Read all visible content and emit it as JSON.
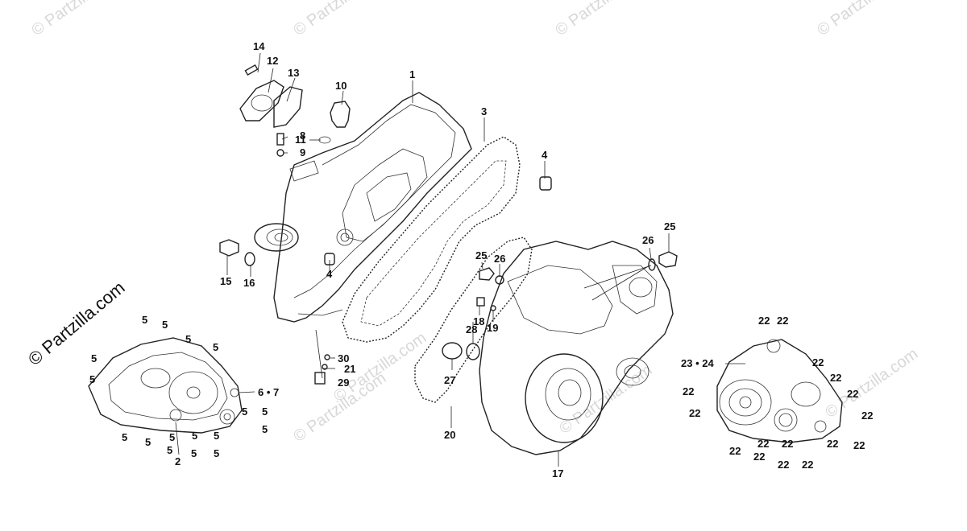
{
  "watermark": "© Partzilla.com",
  "callouts": {
    "c1": "1",
    "c2": "2",
    "c3": "3",
    "c4a": "4",
    "c4b": "4",
    "c8": "8",
    "c9": "9",
    "c10": "10",
    "c11": "11",
    "c12": "12",
    "c13": "13",
    "c14": "14",
    "c15": "15",
    "c16": "16",
    "c17": "17",
    "c18": "18",
    "c19": "19",
    "c20": "20",
    "c21": "21",
    "c25a": "25",
    "c25b": "25",
    "c26a": "26",
    "c26b": "26",
    "c27": "27",
    "c28": "28",
    "c29": "29",
    "c30": "30",
    "c67": "6 • 7",
    "c2324": "23 • 24",
    "five": [
      "5",
      "5",
      "5",
      "5",
      "5",
      "5",
      "5",
      "5",
      "5",
      "5",
      "5",
      "5",
      "5",
      "5",
      "5",
      "5",
      "5"
    ],
    "twentytwo": [
      "22",
      "22",
      "22",
      "22",
      "22",
      "22",
      "22",
      "22",
      "22",
      "22",
      "22",
      "22",
      "22",
      "22",
      "22",
      "22"
    ]
  }
}
